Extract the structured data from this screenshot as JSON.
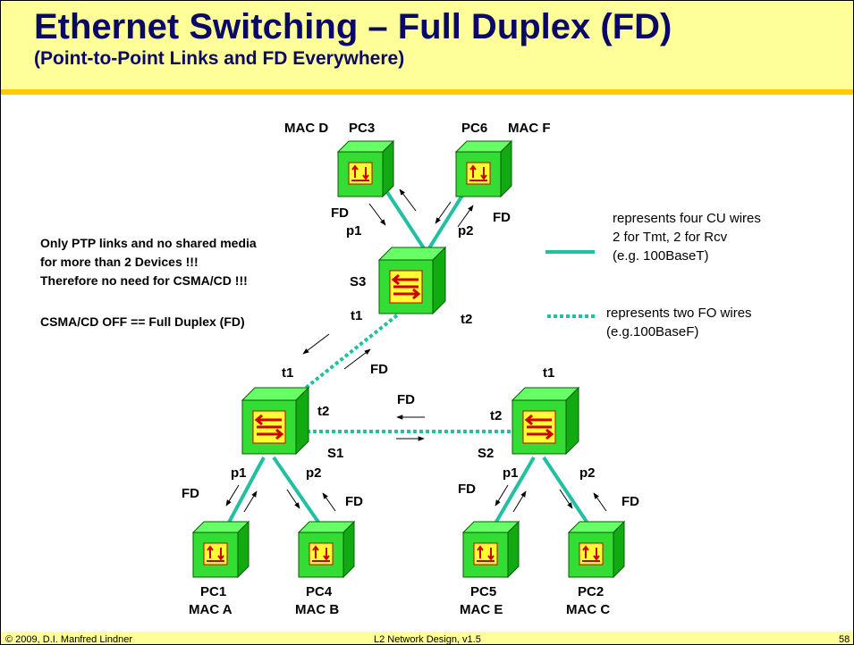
{
  "slide": {
    "title": "Ethernet Switching – Full Duplex (FD)",
    "subtitle": "(Point-to-Point Links and FD Everywhere)",
    "footer_left": "© 2009, D.I. Manfred Lindner",
    "footer_center": "L2 Network Design, v1.5",
    "page_number": "58"
  },
  "notes": {
    "line1": "Only PTP links and no shared media",
    "line2": "for more than 2 Devices !!!",
    "line3": "Therefore no need for CSMA/CD !!!",
    "line4": "CSMA/CD OFF == Full Duplex (FD)"
  },
  "legend": {
    "cu_line1": "represents four CU wires",
    "cu_line2": "2 for Tmt, 2 for Rcv",
    "cu_line3": "(e.g. 100BaseT)",
    "fo_line1": "represents two FO wires",
    "fo_line2": "(e.g.100BaseF)"
  },
  "colors": {
    "cu_link": "#20c0a0",
    "fo_link": "#20c0a0",
    "device_face": "#33dd33",
    "device_side": "#11aa11",
    "panel": "#ffff33",
    "glyph": "#cc0000",
    "header_bg": "#ffff99",
    "header_rule": "#ffcc00"
  },
  "diagram": {
    "switches": [
      {
        "id": "S3",
        "label": "S3",
        "port_a": "t1",
        "port_b": "t2"
      },
      {
        "id": "S1",
        "label": "S1",
        "port_up": "t1",
        "port_right": "t2"
      },
      {
        "id": "S2",
        "label": "S2",
        "port_up": "t1",
        "port_left": "t2"
      }
    ],
    "pcs": [
      {
        "id": "PC3",
        "name": "PC3",
        "mac": "MAC D"
      },
      {
        "id": "PC6",
        "name": "PC6",
        "mac": "MAC F"
      },
      {
        "id": "PC1",
        "name": "PC1",
        "mac": "MAC A"
      },
      {
        "id": "PC4",
        "name": "PC4",
        "mac": "MAC B"
      },
      {
        "id": "PC5",
        "name": "PC5",
        "mac": "MAC E"
      },
      {
        "id": "PC2",
        "name": "PC2",
        "mac": "MAC C"
      }
    ],
    "port_labels": {
      "p1": "p1",
      "p2": "p2",
      "fd": "FD"
    },
    "icons": {
      "switch_glyph": "bidirectional-arrows-icon",
      "pc_glyph": "updown-arrows-icon"
    }
  }
}
